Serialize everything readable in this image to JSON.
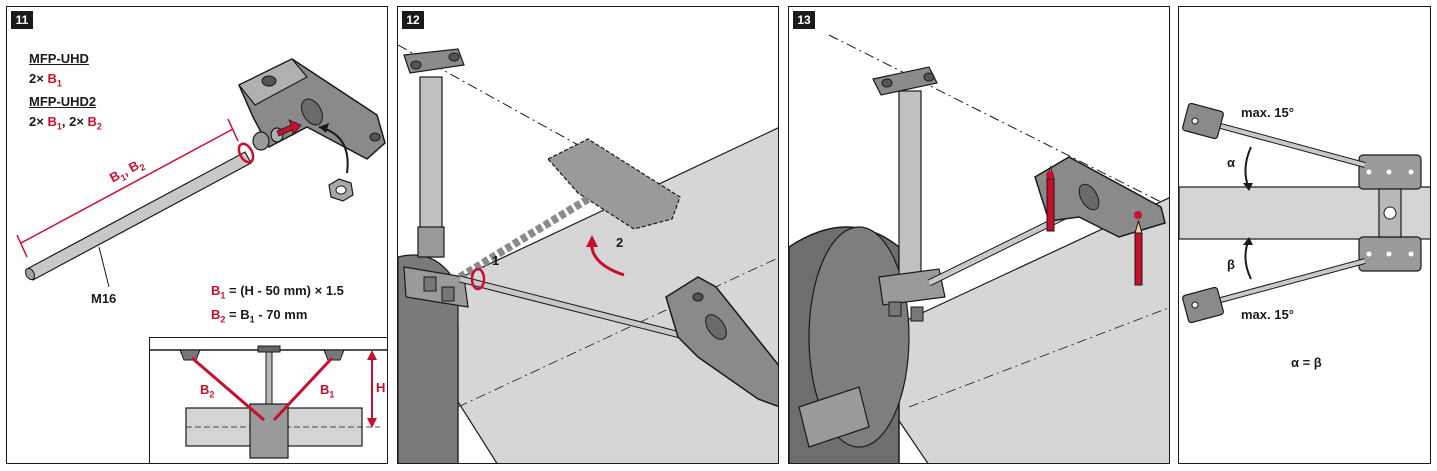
{
  "panels": [
    {
      "number": "11"
    },
    {
      "number": "12"
    },
    {
      "number": "13"
    },
    {
      "number": ""
    }
  ],
  "p11": {
    "product1": "MFP-UHD",
    "qty1_prefix": "2×",
    "qty1_b": "B",
    "qty1_sub": "1",
    "product2": "MFP-UHD2",
    "qty2_prefix": "2×",
    "qty2_b1": "B",
    "qty2_sub1": "1",
    "qty2_mid": ", 2×",
    "qty2_b2": "B",
    "qty2_sub2": "2",
    "rod_label_b1": "B",
    "rod_label_sub1": "1",
    "rod_label_sep": ", B",
    "rod_label_sub2": "2",
    "rod_size": "M16",
    "formula1_b": "B",
    "formula1_sub": "1",
    "formula1_rest": " = (H - 50 mm) × 1.5",
    "formula2_b": "B",
    "formula2_sub": "2",
    "formula2_mid": " = B",
    "formula2_sub2": "1",
    "formula2_rest": " - 70 mm",
    "inset_b2": "B",
    "inset_b2_sub": "2",
    "inset_b1": "B",
    "inset_b1_sub": "1",
    "inset_h": "H"
  },
  "p12": {
    "step1": "1",
    "step2": "2"
  },
  "p14": {
    "max_top": "max. 15°",
    "alpha": "α",
    "beta": "β",
    "max_bottom": "max. 15°",
    "equation": "α = β"
  },
  "colors": {
    "red": "#c8102e",
    "dark": "#1a1a1a",
    "grey": "#8c8c8c",
    "light": "#d4d4d4"
  }
}
